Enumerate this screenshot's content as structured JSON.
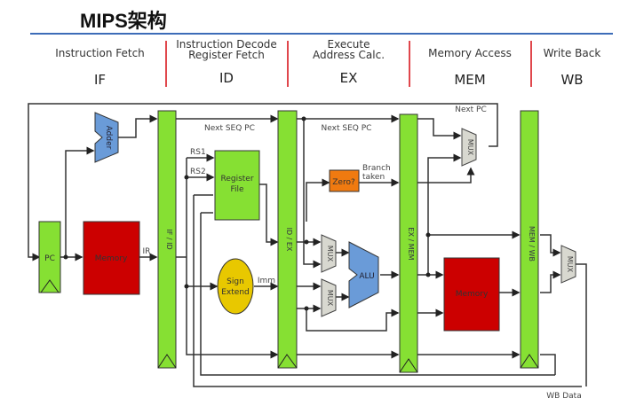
{
  "title": "MIPS架构",
  "stages": [
    {
      "name": "Instruction Fetch",
      "abbr": "IF"
    },
    {
      "name": "Instruction Decode\nRegister Fetch",
      "name_line1": "Instruction Decode",
      "name_line2": "Register Fetch",
      "abbr": "ID"
    },
    {
      "name": "Execute\nAddress Calc.",
      "name_line1": "Execute",
      "name_line2": "Address Calc.",
      "abbr": "EX"
    },
    {
      "name": "Memory Access",
      "abbr": "MEM"
    },
    {
      "name": "Write Back",
      "abbr": "WB"
    }
  ],
  "components": {
    "pc": "PC",
    "adder": "Adder",
    "instr_memory": "Memory",
    "if_id": "IF / ID",
    "register_file_l1": "Register",
    "register_file_l2": "File",
    "sign_extend_l1": "Sign",
    "sign_extend_l2": "Extend",
    "id_ex": "ID / EX",
    "zero": "Zero?",
    "mux": "MUX",
    "alu": "ALU",
    "ex_mem": "EX / MEM",
    "data_memory": "Memory",
    "mem_wb": "MEM / WB"
  },
  "signals": {
    "ir": "IR",
    "rs1": "RS1",
    "rs2": "RS2",
    "imm": "Imm",
    "next_seq_pc": "Next SEQ PC",
    "branch_taken_l1": "Branch",
    "branch_taken_l2": "taken",
    "next_pc": "Next PC",
    "wb_data": "WB Data"
  },
  "colors": {
    "pipeline_register": "#86e033",
    "memory": "#cc0000",
    "alu_adder": "#6a9bd8",
    "mux": "#d8d8d0",
    "sign_extend": "#e8c800",
    "zero_check": "#f07a10",
    "stage_separator": "#e0474c",
    "title_rule": "#3d6cb8"
  }
}
